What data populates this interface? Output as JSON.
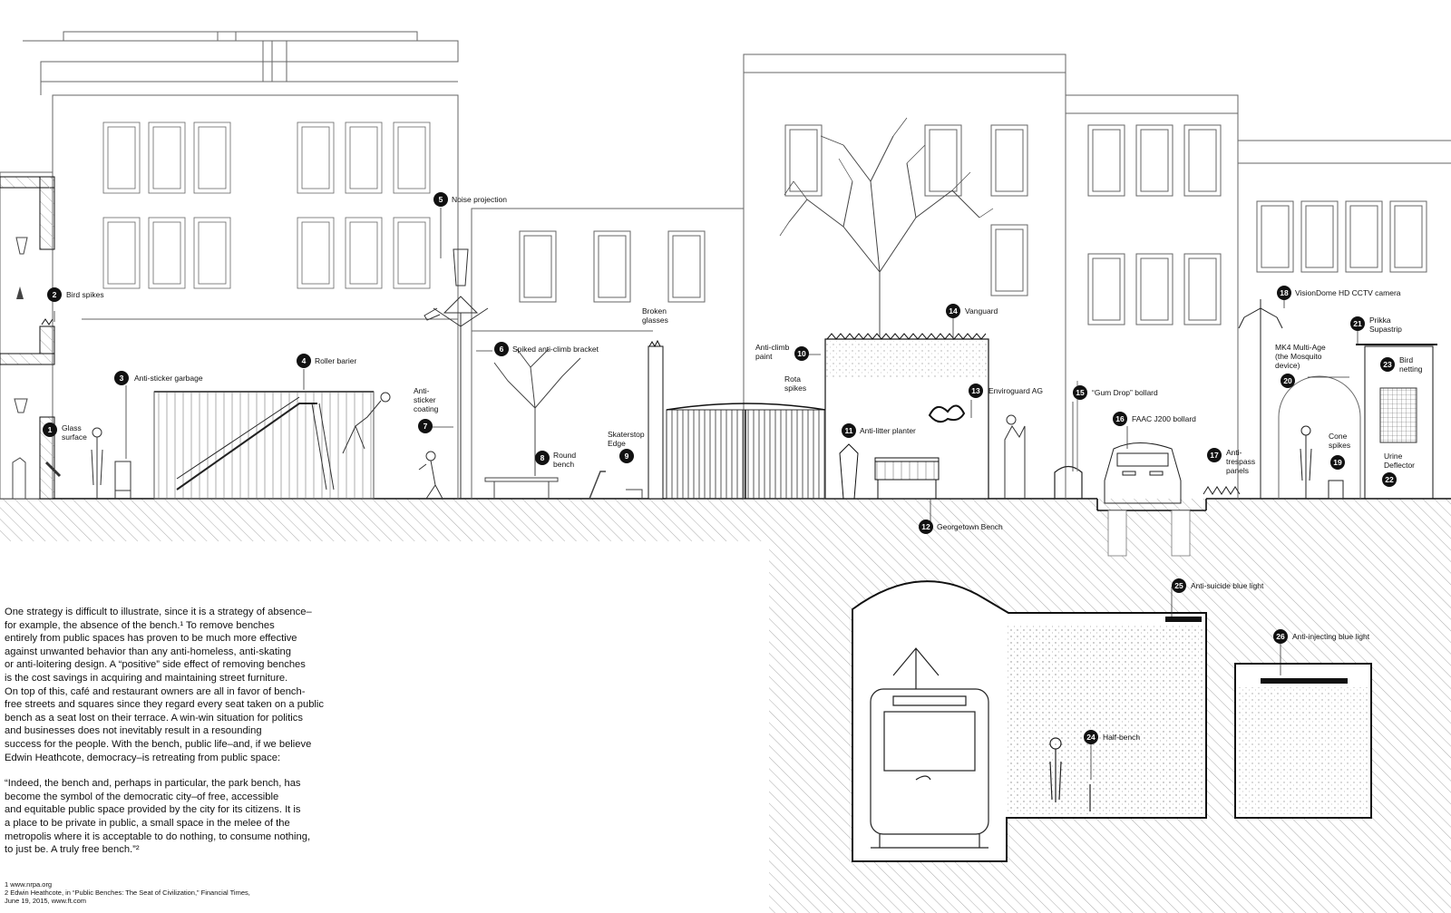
{
  "callouts": [
    {
      "n": "1",
      "label": "Glass\nsurface"
    },
    {
      "n": "2",
      "label": "Bird spikes"
    },
    {
      "n": "3",
      "label": "Anti-sticker garbage"
    },
    {
      "n": "4",
      "label": "Roller barier"
    },
    {
      "n": "5",
      "label": "Noise projection"
    },
    {
      "n": "6",
      "label": "Spiked anti-climb bracket"
    },
    {
      "n": "7",
      "label": "Anti-\nsticker\ncoating"
    },
    {
      "n": "8",
      "label": "Round\nbench"
    },
    {
      "n": "9",
      "label": "Skaterstop\nEdge"
    },
    {
      "n": "10",
      "label": "Anti-climb\npaint"
    },
    {
      "n": "11",
      "label": "Anti-litter planter"
    },
    {
      "n": "12",
      "label": "Georgetown Bench"
    },
    {
      "n": "13",
      "label": "Enviroguard AG"
    },
    {
      "n": "14",
      "label": "Vanguard"
    },
    {
      "n": "15",
      "label": "“Gum Drop” bollard"
    },
    {
      "n": "16",
      "label": "FAAC J200 bollard"
    },
    {
      "n": "17",
      "label": "Anti-\ntrespass\npanels"
    },
    {
      "n": "18",
      "label": "VisionDome HD CCTV camera"
    },
    {
      "n": "19",
      "label": "Cone\nspikes"
    },
    {
      "n": "20",
      "label": "MK4 Multi-Age\n(the Mosquito\ndevice)"
    },
    {
      "n": "21",
      "label": "Prikka\nSupastrip"
    },
    {
      "n": "22",
      "label": "Urine\nDeflector"
    },
    {
      "n": "23",
      "label": "Bird\nnetting"
    },
    {
      "n": "24",
      "label": "Half-bench"
    },
    {
      "n": "25",
      "label": "Anti-suicide blue light"
    },
    {
      "n": "26",
      "label": "Anti-injecting blue light"
    }
  ],
  "extra_labels": {
    "broken_glasses": "Broken\nglasses",
    "rota_spikes": "Rota\nspikes"
  },
  "essay": {
    "paragraph": "One strategy is difficult to illustrate, since it is a strategy of absence–\nfor example, the absence of the bench.¹ To remove benches\nentirely from public spaces has proven to be much more effective\nagainst unwanted behavior than any anti-homeless, anti-skating\nor anti-loitering design. A “positive” side effect of removing benches\nis the cost savings in acquiring and maintaining street furniture.\nOn top of this, café and restaurant owners are all in favor of bench-\nfree streets and squares since they regard every seat taken on a public\nbench as a seat lost on their terrace. A win-win situation for politics\nand businesses does not inevitably result in a resounding\nsuccess for the people. With the bench, public life–and, if we believe\nEdwin Heathcote, democracy–is retreating from public space:",
    "quote": "“Indeed, the bench and, perhaps in particular, the park bench, has\nbecome the symbol of the democratic city–of free, accessible\nand equitable public space provided by the city for its citizens. It is\na place to be private in public, a small space in the melee of the\nmetropolis where it is acceptable to do nothing, to consume nothing,\nto just be. A truly free bench.”²"
  },
  "footnotes": [
    "1  www.nrpa.org",
    "2  Edwin Heathcote, in “Public Benches: The Seat of Civilization,” Financial Times,",
    "June 19, 2015, www.ft.com"
  ],
  "colors": {
    "ink": "#111111",
    "line": "#666666",
    "hatch": "#9a9a9a",
    "paper": "#ffffff"
  }
}
